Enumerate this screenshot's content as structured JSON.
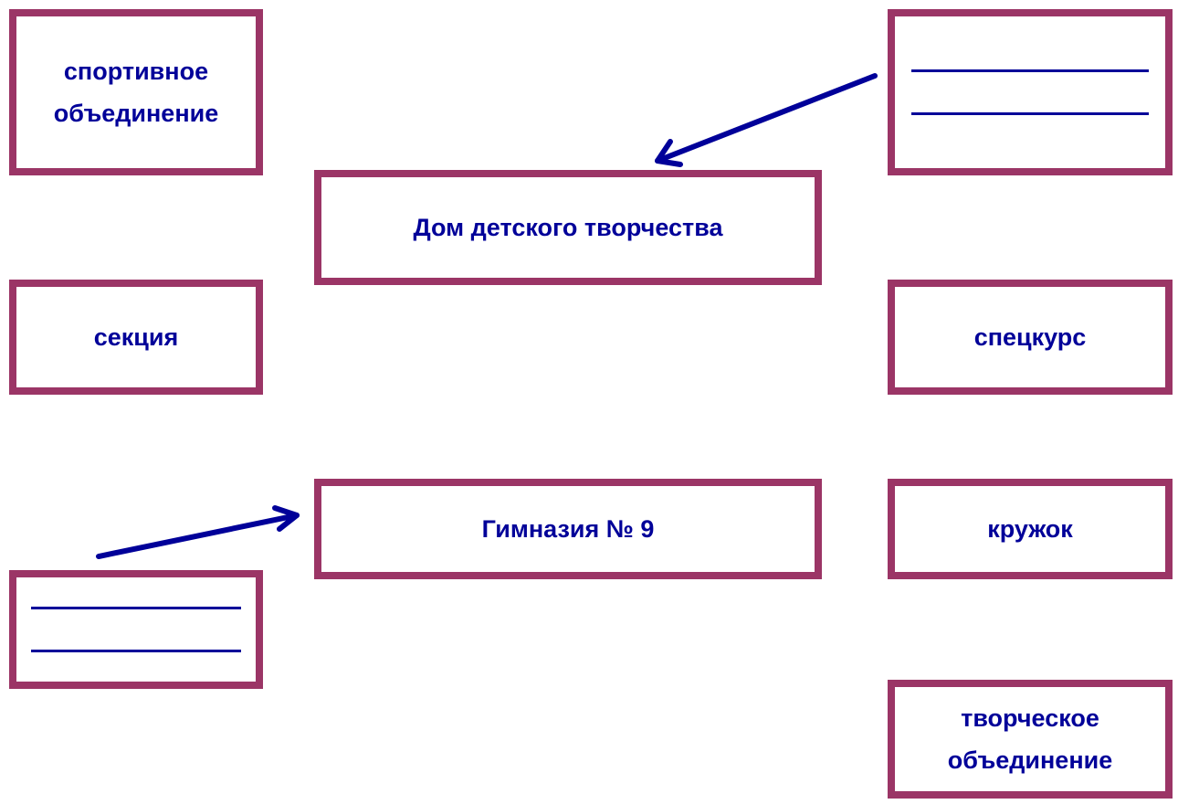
{
  "colors": {
    "border": "#9b3566",
    "text": "#000099",
    "arrow": "#000099"
  },
  "boxes": {
    "sport": {
      "line1": "спортивное",
      "line2": "объединение"
    },
    "house": {
      "label": "Дом детского творчества"
    },
    "section": {
      "label": "секция"
    },
    "speccourse": {
      "label": "спецкурс"
    },
    "gymnasium": {
      "label": "Гимназия № 9"
    },
    "circle": {
      "label": "кружок"
    },
    "creative": {
      "line1": "творческое",
      "line2": "объединение"
    }
  }
}
